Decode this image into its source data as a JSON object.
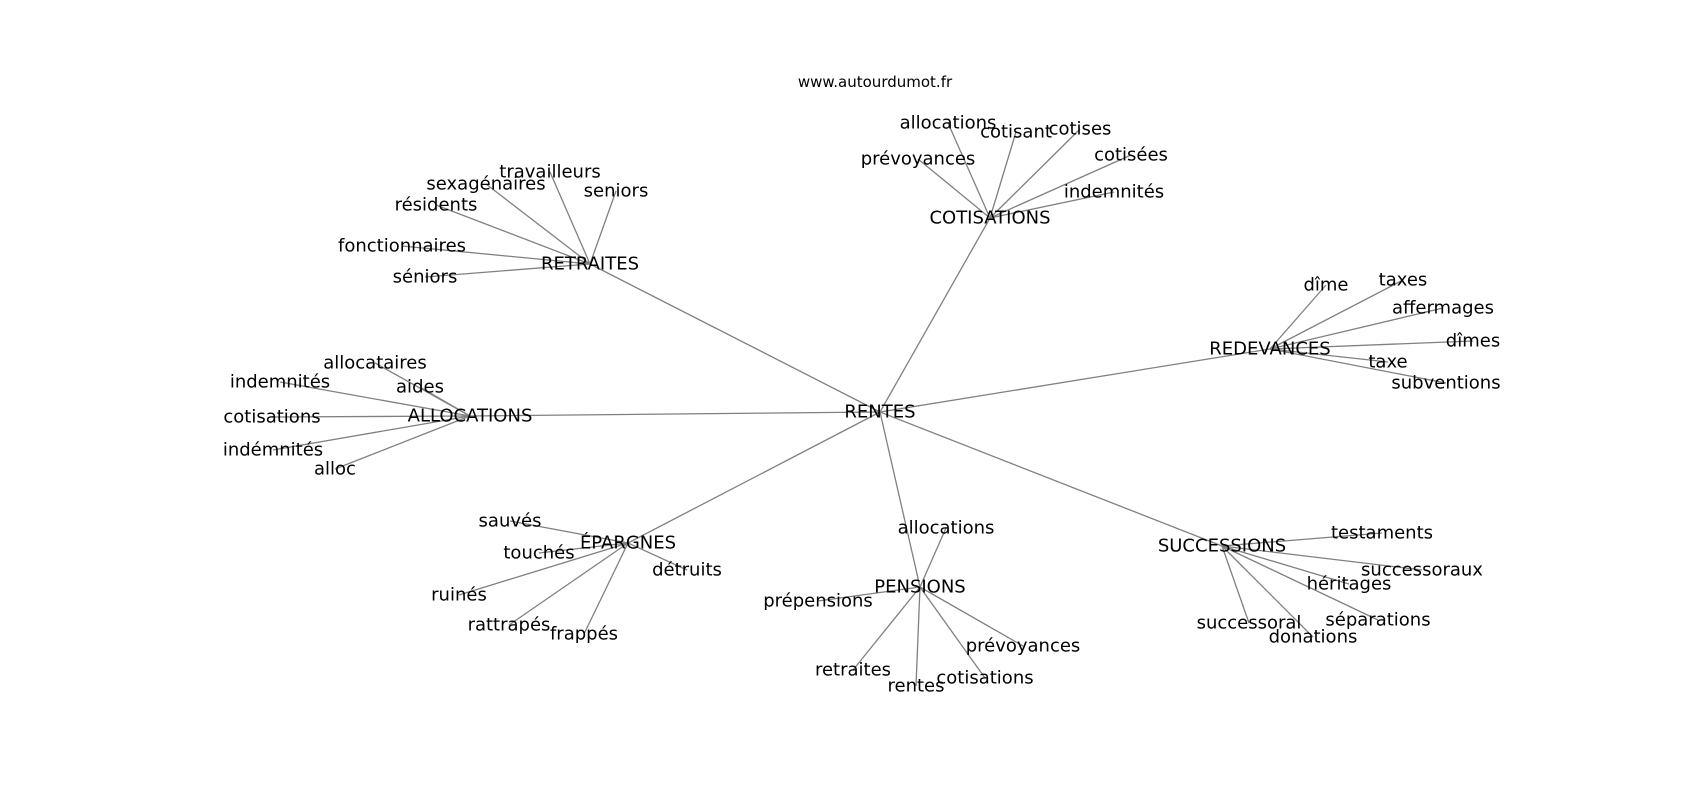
{
  "site": "www.autourdumot.fr",
  "graph": {
    "center": "RENTES",
    "hubs": [
      {
        "label": "COTISATIONS",
        "leaves": [
          "allocations",
          "cotisant",
          "cotises",
          "prévoyances",
          "cotisées",
          "indemnités"
        ]
      },
      {
        "label": "RETRAITES",
        "leaves": [
          "travailleurs",
          "sexagénaires",
          "seniors",
          "résidents",
          "fonctionnaires",
          "séniors"
        ]
      },
      {
        "label": "REDEVANCES",
        "leaves": [
          "dîme",
          "taxes",
          "affermages",
          "dîmes",
          "taxe",
          "subventions"
        ]
      },
      {
        "label": "ALLOCATIONS",
        "leaves": [
          "allocataires",
          "indemnités",
          "aides",
          "cotisations",
          "indémnités",
          "alloc"
        ]
      },
      {
        "label": "ÉPARGNES",
        "leaves": [
          "sauvés",
          "touchés",
          "détruits",
          "ruinés",
          "rattrapés",
          "frappés"
        ]
      },
      {
        "label": "PENSIONS",
        "leaves": [
          "allocations",
          "prépensions",
          "prévoyances",
          "retraites",
          "cotisations",
          "rentes"
        ]
      },
      {
        "label": "SUCCESSIONS",
        "leaves": [
          "testaments",
          "successoraux",
          "héritages",
          "séparations",
          "successoral",
          "donations"
        ]
      }
    ]
  }
}
